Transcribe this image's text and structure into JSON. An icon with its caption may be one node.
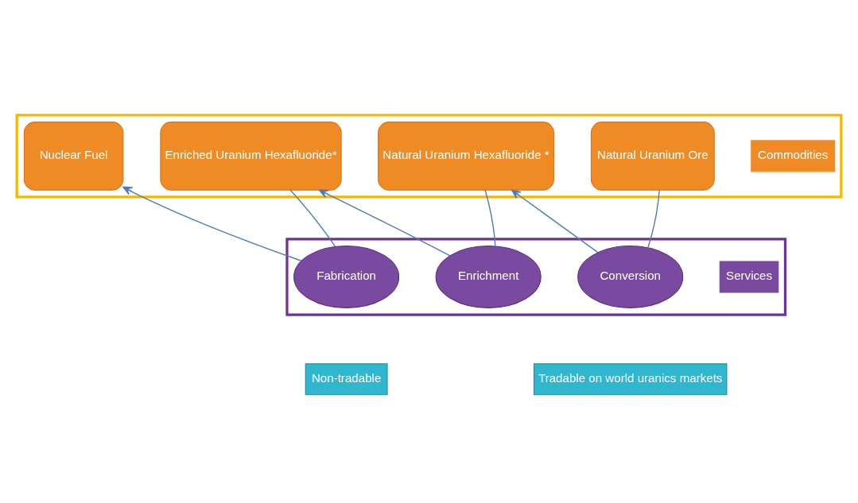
{
  "diagram": {
    "nodes": [
      {
        "text": [
          "Commodities"
        ]
      },
      {
        "text": [
          "Natural Uranium Ore"
        ],
        "in": 0
      },
      {
        "text": [
          "Natural Uranium Hexafluoride *"
        ],
        "in": 0
      },
      {
        "text": [
          "Enriched Uranium Hexafluoride*"
        ],
        "in": 0
      },
      {
        "text": [
          "Nuclear Fuel"
        ],
        "in": 0
      },
      {
        "text": [
          "Services"
        ]
      },
      {
        "text": [
          "Conversion"
        ],
        "in": 5
      },
      {
        "text": [
          "Enrichment"
        ],
        "in": 5
      },
      {
        "text": [
          "Fabrication"
        ],
        "in": 5
      },
      {
        "text": [
          "Tradable on world uranics markets"
        ]
      },
      {
        "text": [
          "Non-tradable"
        ]
      }
    ],
    "edges": [
      {
        "from": 1,
        "to": 6,
        "arrow": "none"
      },
      {
        "from": 6,
        "to": 2,
        "arrow": "to"
      },
      {
        "from": 2,
        "to": 7,
        "arrow": "none"
      },
      {
        "from": 7,
        "to": 3,
        "arrow": "to"
      },
      {
        "from": 3,
        "to": 8,
        "arrow": "none"
      },
      {
        "from": 8,
        "to": 4,
        "arrow": "to"
      }
    ]
  }
}
